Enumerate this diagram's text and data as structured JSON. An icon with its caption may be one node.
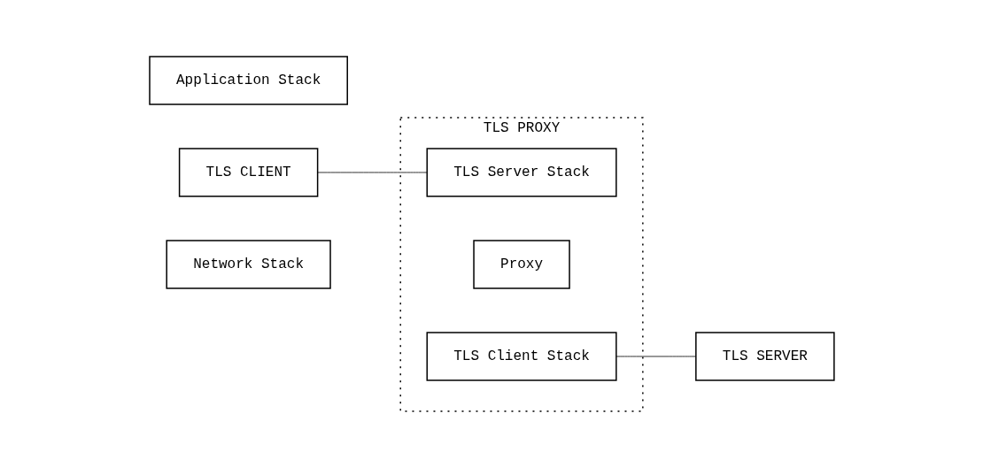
{
  "diagram": {
    "nodes": [
      {
        "text": [
          "Application Stack"
        ]
      },
      {
        "text": [
          "TLS CLIENT"
        ]
      },
      {
        "text": [
          "TLS PROXY"
        ]
      },
      {
        "text": [
          "TLS Server Stack"
        ],
        "in": 2
      },
      {
        "text": [
          "Proxy"
        ],
        "in": 2
      },
      {
        "text": [
          "TLS Client Stack"
        ],
        "in": 2
      },
      {
        "text": [
          "TLS SERVER"
        ]
      },
      {
        "text": [
          "Network Stack"
        ]
      }
    ],
    "edges": [
      {
        "from": 1,
        "to": 3,
        "arrow": "none"
      },
      {
        "from": 5,
        "to": 6,
        "arrow": "none"
      }
    ]
  }
}
